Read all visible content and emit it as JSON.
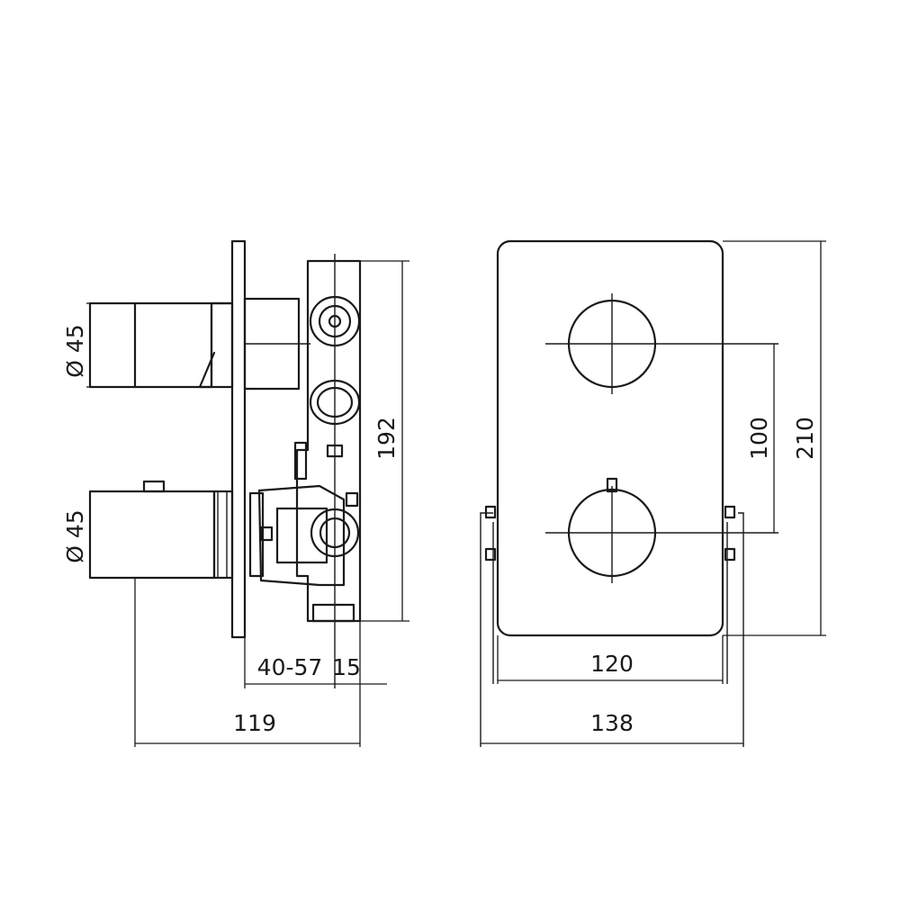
{
  "dimensions": {
    "knob_diameter_top": "Ø 45",
    "knob_diameter_bottom": "Ø 45",
    "body_height": "192",
    "plate_height": "210",
    "knob_spacing": "100",
    "plate_width": "120",
    "overall_width": "138",
    "wall_depth": "40-57",
    "plate_offset": "15",
    "total_depth": "119"
  }
}
